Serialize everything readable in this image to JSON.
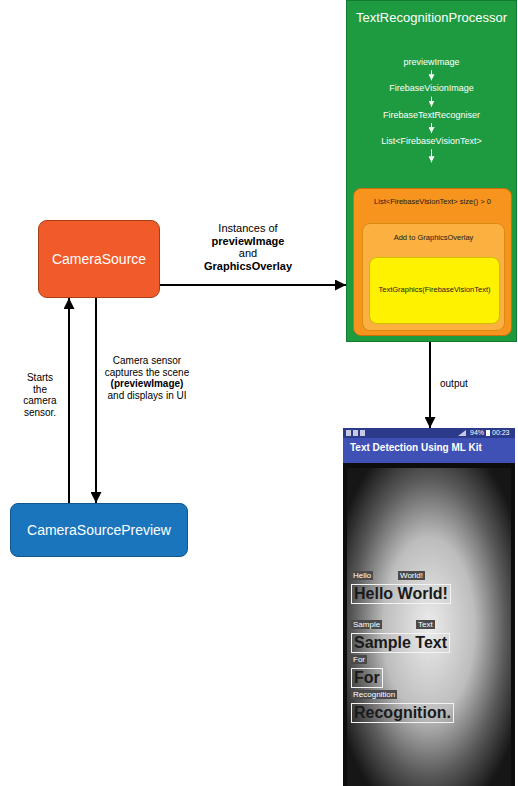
{
  "diagram": {
    "nodes": [
      {
        "text": [
          "CameraSource"
        ]
      },
      {
        "text": [
          "TextRecognitionProcessor",
          "previewImage",
          "FirebaseVisionImage",
          "FirebaseTextRecogniser",
          "List<FirebaseVisionText>"
        ]
      },
      {
        "text": [
          "List<FirebaseVisionText> size() > 0"
        ],
        "in": 1
      },
      {
        "text": [
          "Add to GraphicsOverlay"
        ],
        "in": 2
      },
      {
        "text": [
          "TextGraphics(FirebaseVisionText)"
        ],
        "in": 3
      },
      {
        "text": [
          "CameraSourcePreview"
        ]
      },
      {
        "text": [
          "Text Detection Using ML Kit"
        ]
      }
    ],
    "edges": [
      {
        "from": 0,
        "to": 1,
        "label": "Instances of previewImage and GraphicsOverlay",
        "arrow": "to"
      },
      {
        "from": 5,
        "to": 0,
        "label": "Starts the camera sensor.",
        "arrow": "to"
      },
      {
        "from": 0,
        "to": 5,
        "label": "Camera sensor captures the scene (previewImage) and displays in UI",
        "arrow": "to"
      },
      {
        "from": 1,
        "to": 6,
        "label": "output",
        "arrow": "to"
      }
    ],
    "labels": [
      "94%",
      "00:23",
      "Hello",
      "World!",
      "Hello World!",
      "Sample",
      "Text",
      "Sample Text",
      "For",
      "For",
      "Recognition",
      "Recognition."
    ]
  }
}
